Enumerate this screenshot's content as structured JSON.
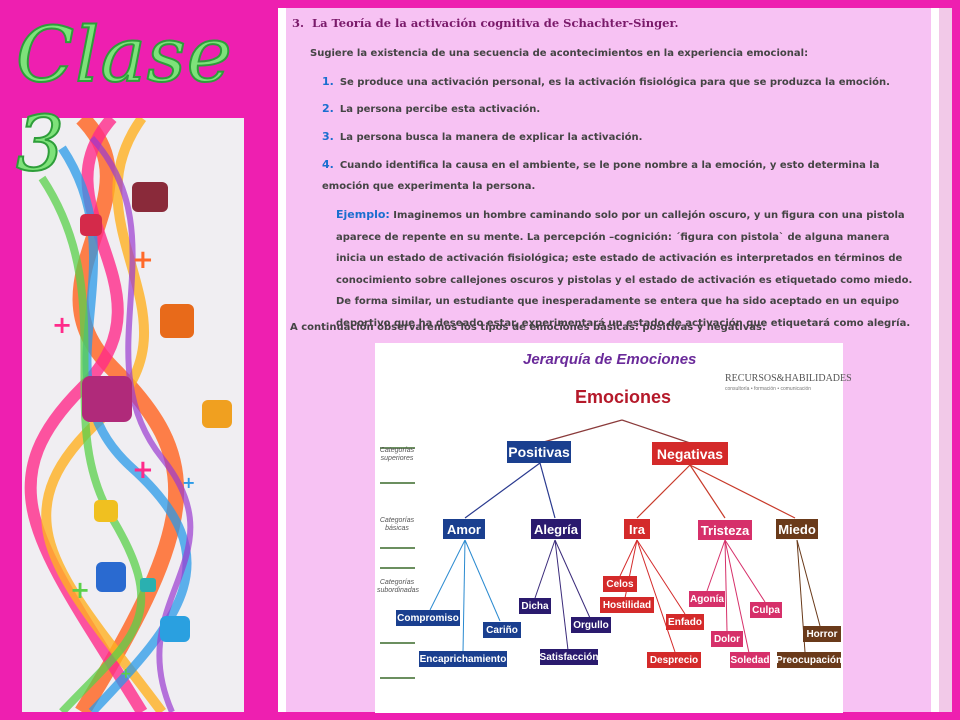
{
  "slide": {
    "title": "Clase 3"
  },
  "article": {
    "heading_num": "3.",
    "heading": "La Teoría de la activación cognitiva de Schachter-Singer.",
    "intro": "Sugiere la existencia de una secuencia de acontecimientos en la experiencia emocional:",
    "items": [
      {
        "n": "1.",
        "text": "Se produce una activación personal, es la activación fisiológica para que se produzca la emoción."
      },
      {
        "n": "2.",
        "text": "La persona percibe esta activación."
      },
      {
        "n": "3.",
        "text": "La persona busca la manera de explicar la activación."
      },
      {
        "n": "4.",
        "text": "Cuando identifica la causa en el ambiente, se le pone nombre a la emoción, y esto determina la emoción que experimenta la persona."
      }
    ],
    "example_label": "Ejemplo:",
    "example_text": "Imaginemos un hombre caminando solo por un callejón oscuro, y un figura con una pistola aparece de repente en su mente. La percepción –cognición: ´figura con pistola` de alguna manera inicia un estado de activación fisiológica; este estado de activación es interpretados en términos de conocimiento sobre callejones oscuros y pistolas y el estado de activación es etiquetado como miedo. De forma similar, un estudiante que inesperadamente se entera que ha sido aceptado en un equipo deportivo que ha deseado estar, experimentará un estado de activación que etiquetará como alegría.",
    "note": "A continuación observaremos los tipos de emociones básicas: positivas y negativas:"
  },
  "diagram": {
    "title": "Jerarquía de Emociones",
    "brand": "RECURSOS&HABILIDADES",
    "brand_sub": "consultoría • formación • comunicación",
    "root": "Emociones",
    "cat_superiores": "Categorías superiores",
    "cat_basicas": "Categorías básicas",
    "cat_subordinadas": "Categorías subordinadas",
    "positivas": "Positivas",
    "negativas": "Negativas",
    "amor": "Amor",
    "alegria": "Alegría",
    "ira": "Ira",
    "tristeza": "Tristeza",
    "miedo": "Miedo",
    "compromiso": "Compromiso",
    "carino": "Cariño",
    "encaprichamiento": "Encaprichamiento",
    "dicha": "Dicha",
    "orgullo": "Orgullo",
    "satisfaccion": "Satisfacción",
    "celos": "Celos",
    "hostilidad": "Hostilidad",
    "enfado": "Enfado",
    "desprecio": "Desprecio",
    "agonia": "Agonía",
    "culpa": "Culpa",
    "dolor": "Dolor",
    "soledad": "Soledad",
    "horror": "Horror",
    "preocupacion": "Preocupación",
    "colors": {
      "positive": "#1a3f8f",
      "alegria": "#2a1a6e",
      "negative": "#d42a2a",
      "tristeza": "#d6306a",
      "miedo": "#6a3a1a"
    }
  }
}
